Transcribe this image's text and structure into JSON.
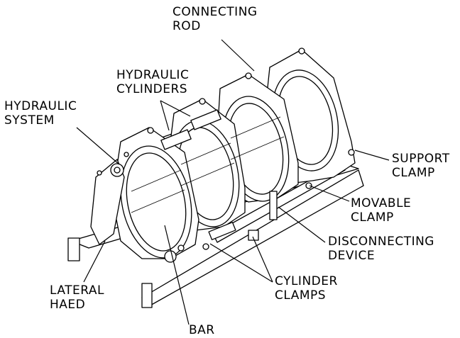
{
  "labels": {
    "connecting_rod": [
      "CONNECTING",
      "ROD"
    ],
    "hydraulic_cylinders": [
      "HYDRAULIC",
      "CYLINDERS"
    ],
    "hydraulic_system": [
      "HYDRAULIC",
      "SYSTEM"
    ],
    "support_clamp": [
      "SUPPORT",
      "CLAMP"
    ],
    "movable_clamp": [
      "MOVABLE",
      "CLAMP"
    ],
    "disconnecting_device": [
      "DISCONNECTING",
      "DEVICE"
    ],
    "cylinder_clamps": [
      "CYLINDER",
      "CLAMPS"
    ],
    "lateral_haed": [
      "LATERAL",
      "HAED"
    ],
    "bar": [
      "BAR"
    ]
  }
}
